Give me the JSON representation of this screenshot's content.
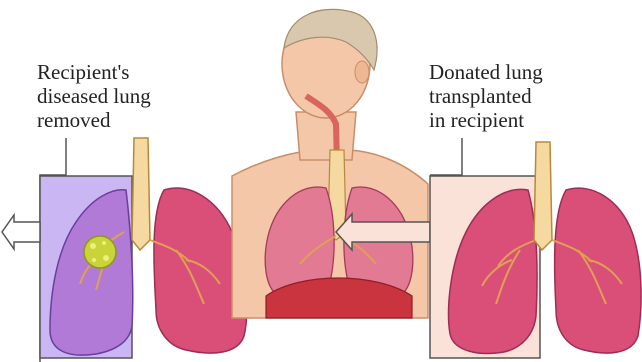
{
  "left_caption": {
    "lines": [
      "Recipient's",
      "diseased lung",
      "removed"
    ]
  },
  "right_caption": {
    "lines": [
      "Donated lung",
      "transplanted",
      "in recipient"
    ]
  },
  "colors": {
    "lung_fill": "#d94f78",
    "lung_dark": "#b5305a",
    "left_panel_fill": "#c9b6f2",
    "right_panel_fill": "#fbe2d8",
    "skin": "#f3c7a8",
    "trachea": "#f5d9a0",
    "tumor": "#c8d43a",
    "diaphragm": "#c9343e"
  }
}
